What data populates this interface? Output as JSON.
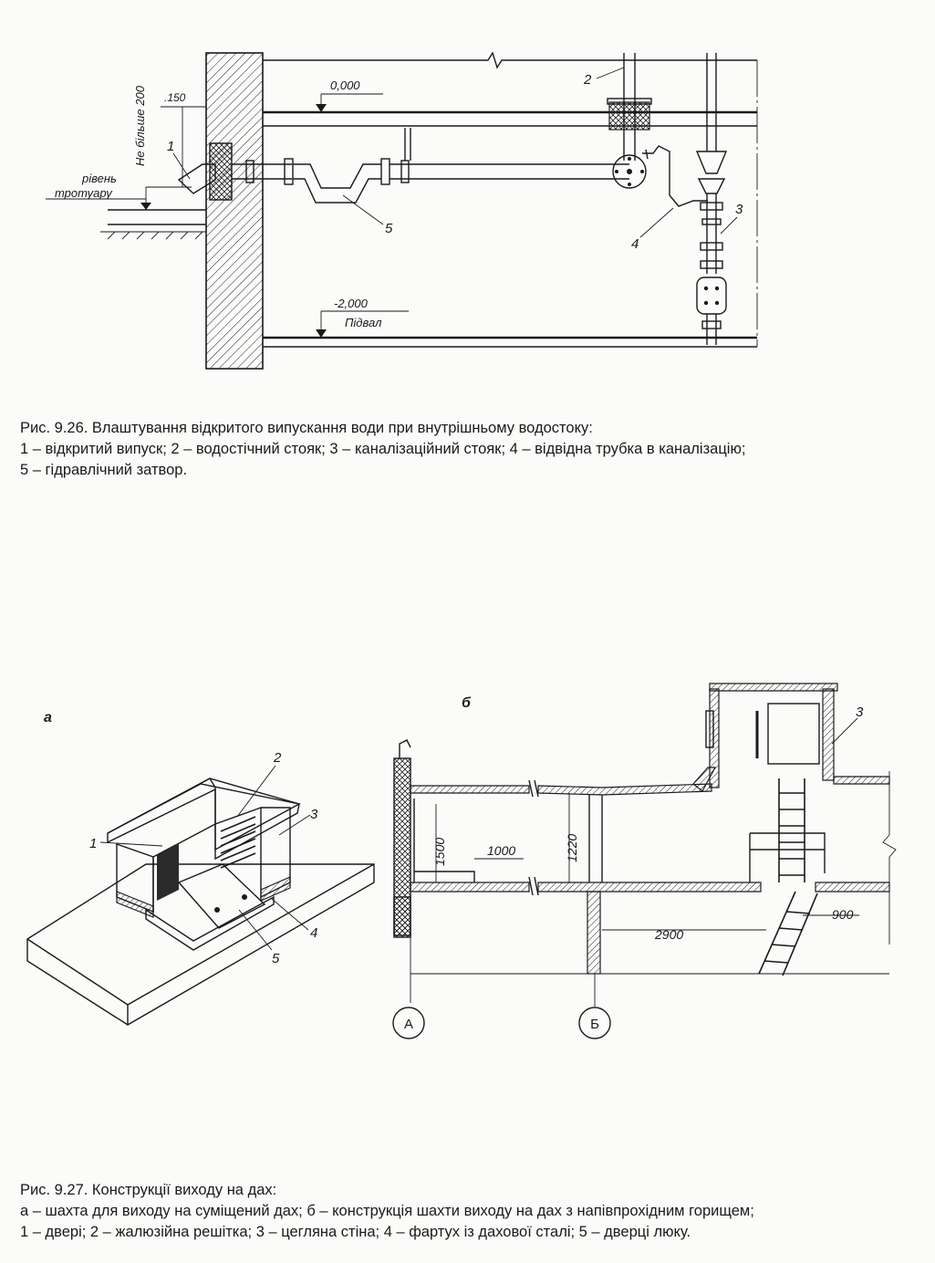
{
  "figure1": {
    "labels": {
      "dim_150": ".150",
      "not_more_200": "Не більше 200",
      "level_0": "0,000",
      "level_m2": "-2,000",
      "basement": "Підвал",
      "sidewalk_1": "рівень",
      "sidewalk_2": "тротуару",
      "n1": "1",
      "n2": "2",
      "n3": "3",
      "n4": "4",
      "n5": "5"
    },
    "caption": {
      "title": "Рис. 9.26. Влаштування відкритого випускання води при внутрішньому водостоку:",
      "line1": "1 – відкритий випуск; 2 – водостічний стояк; 3 – каналізаційний стояк; 4 – відвідна трубка в каналізацію;",
      "line2": "5 – гідравлічний затвор."
    }
  },
  "figure2": {
    "part_a": {
      "tag": "а",
      "n1": "1",
      "n2": "2",
      "n3": "3",
      "n4": "4",
      "n5": "5"
    },
    "part_b": {
      "tag": "б",
      "dim_1500": "1500",
      "dim_1000": "1000",
      "dim_1220": "1220",
      "dim_2900": "2900",
      "dim_900": "900",
      "axis_a": "А",
      "axis_b": "Б",
      "n3": "3"
    },
    "caption": {
      "title": "Рис. 9.27. Конструкції виходу на дах:",
      "line1": "а – шахта для виходу на суміщений дах; б – конструкція шахти виходу на дах з напівпрохідним горищем;",
      "line2": "1 – двері; 2 – жалюзійна решітка; 3 – цегляна стіна; 4 – фартух із дахової сталі; 5 – дверці люку."
    }
  }
}
